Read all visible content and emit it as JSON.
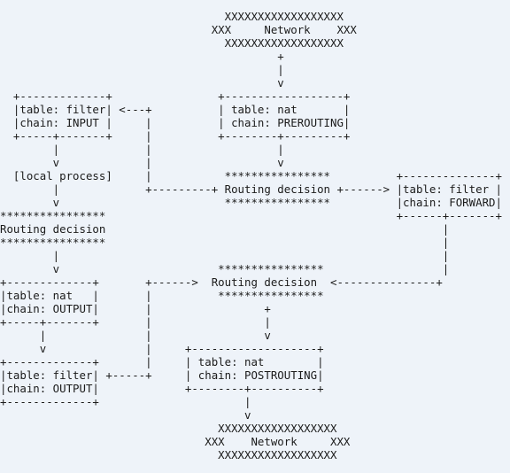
{
  "diagram": {
    "lines": [
      "                                  XXXXXXXXXXXXXXXXXX",
      "                                XXX     Network    XXX",
      "                                  XXXXXXXXXXXXXXXXXX",
      "                                          +",
      "                                          |",
      "                                          v",
      "  +-------------+                +------------------+",
      "  |table: filter| <---+          | table: nat       |",
      "  |chain: INPUT |     |          | chain: PREROUTING|",
      "  +-----+-------+     |          +--------+---------+",
      "        |             |                   |",
      "        v             |                   v",
      "  [local process]     |           ****************          +--------------+",
      "        |             +---------+ Routing decision +------> |table: filter |",
      "        v                         ****************          |chain: FORWARD|",
      "****************                                            +------+-------+",
      "Routing decision                                                   |",
      "****************                                                   |",
      "        |                                                          |",
      "        v                        ****************                  |",
      "+-------------+       +------>  Routing decision  <---------------+",
      "|table: nat   |       |          ****************",
      "|chain: OUTPUT|       |                 +",
      "+-----+-------+       |                 |",
      "      |               |                 v",
      "      v               |     +-------------------+",
      "+-------------+       |     | table: nat        |",
      "|table: filter| +-----+     | chain: POSTROUTING|",
      "|chain: OUTPUT|             +--------+----------+",
      "+-------------+                      |",
      "                                     v",
      "                                 XXXXXXXXXXXXXXXXXX",
      "                               XXX    Network     XXX",
      "                                 XXXXXXXXXXXXXXXXXX"
    ]
  }
}
